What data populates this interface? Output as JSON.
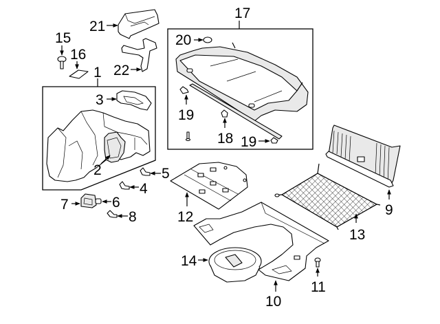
{
  "diagram": {
    "title": "Trunk / Rear Package Tray Parts Diagram",
    "callouts": [
      {
        "id": "1",
        "label": "1",
        "part": "quarter-trim-panel-assembly"
      },
      {
        "id": "2",
        "label": "2",
        "part": "trim-insert"
      },
      {
        "id": "3",
        "label": "3",
        "part": "trim-cover"
      },
      {
        "id": "4",
        "label": "4",
        "part": "push-pin"
      },
      {
        "id": "5",
        "label": "5",
        "part": "push-pin"
      },
      {
        "id": "6",
        "label": "6",
        "part": "lamp-bulb-socket"
      },
      {
        "id": "7",
        "label": "7",
        "part": "trunk-lamp"
      },
      {
        "id": "8",
        "label": "8",
        "part": "screw"
      },
      {
        "id": "9",
        "label": "9",
        "part": "rear-panel-trim"
      },
      {
        "id": "10",
        "label": "10",
        "part": "floor-trim"
      },
      {
        "id": "11",
        "label": "11",
        "part": "push-pin"
      },
      {
        "id": "12",
        "label": "12",
        "part": "floor-cover"
      },
      {
        "id": "13",
        "label": "13",
        "part": "cargo-net"
      },
      {
        "id": "14",
        "label": "14",
        "part": "storage-tray"
      },
      {
        "id": "15",
        "label": "15",
        "part": "bolt"
      },
      {
        "id": "16",
        "label": "16",
        "part": "label"
      },
      {
        "id": "17",
        "label": "17",
        "part": "package-tray-assembly"
      },
      {
        "id": "18",
        "label": "18",
        "part": "clip"
      },
      {
        "id": "19a",
        "label": "19",
        "part": "clip"
      },
      {
        "id": "19b",
        "label": "19",
        "part": "clip"
      },
      {
        "id": "20",
        "label": "20",
        "part": "plug"
      },
      {
        "id": "21",
        "label": "21",
        "part": "cover"
      },
      {
        "id": "22",
        "label": "22",
        "part": "bracket"
      }
    ]
  }
}
